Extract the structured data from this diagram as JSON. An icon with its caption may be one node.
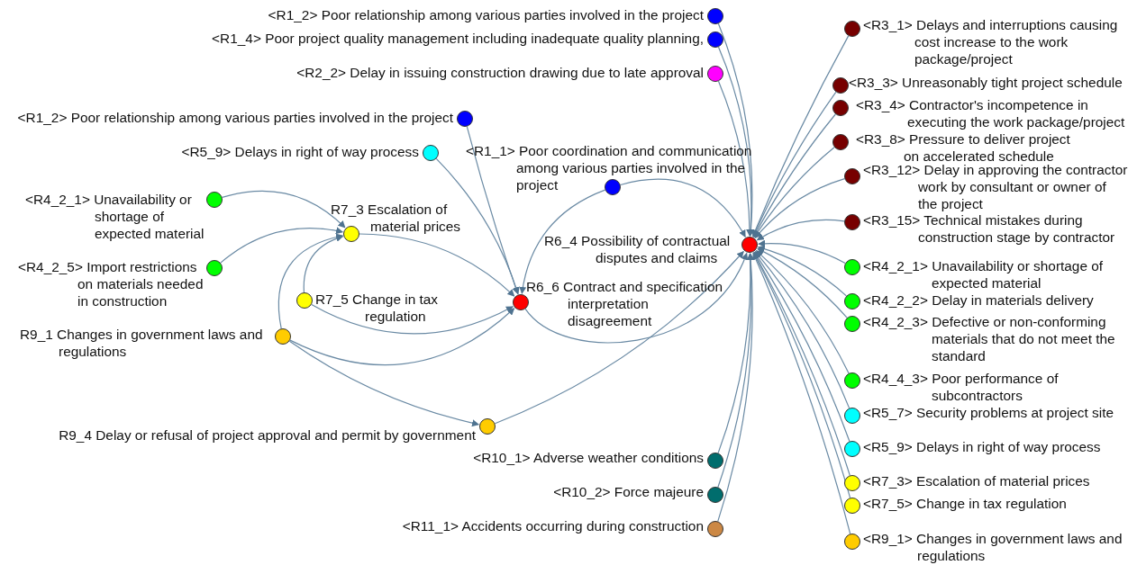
{
  "diagram": {
    "nodes": [
      {
        "text": [
          "<R1_2> Poor relationship among various parties involved in the project"
        ]
      },
      {
        "text": [
          "<R1_4> Poor project quality management including inadequate quality planning,"
        ]
      },
      {
        "text": [
          "<R2_2> Delay in issuing construction drawing due to late approval"
        ]
      },
      {
        "text": [
          "<R1_2> Poor relationship among various parties involved in the project"
        ]
      },
      {
        "text": [
          "<R5_9> Delays in right of way process"
        ]
      },
      {
        "text": [
          "<R1_1> Poor coordination and communication among various parties involved in the project"
        ]
      },
      {
        "text": [
          "<R4_2_1> Unavailability or shortage of expected material"
        ]
      },
      {
        "text": [
          "R7_3 Escalation of material prices"
        ]
      },
      {
        "text": [
          "<R4_2_5> Import restrictions on materials needed in construction"
        ]
      },
      {
        "text": [
          "R7_5 Change in tax regulation"
        ]
      },
      {
        "text": [
          "R9_1 Changes in government laws and regulations"
        ]
      },
      {
        "text": [
          "R6_6 Contract and specification interpretation disagreement"
        ]
      },
      {
        "text": [
          "R6_4 Possibility of contractual disputes and claims"
        ]
      },
      {
        "text": [
          "R9_4 Delay or refusal of project approval and permit by government"
        ]
      },
      {
        "text": [
          "<R10_1> Adverse weather conditions"
        ]
      },
      {
        "text": [
          "<R10_2> Force majeure"
        ]
      },
      {
        "text": [
          "<R11_1> Accidents occurring during construction"
        ]
      },
      {
        "text": [
          "<R3_1> Delays and interruptions causing cost increase to the work package/project"
        ]
      },
      {
        "text": [
          "<R3_3> Unreasonably tight project schedule"
        ]
      },
      {
        "text": [
          "<R3_4> Contractor's incompetence in executing the work package/project"
        ]
      },
      {
        "text": [
          "<R3_8> Pressure to deliver project on accelerated schedule"
        ]
      },
      {
        "text": [
          "<R3_12> Delay in approving the contractor work by consultant or owner of the project"
        ]
      },
      {
        "text": [
          "<R3_15> Technical mistakes during construction stage by contractor"
        ]
      },
      {
        "text": [
          "<R4_2_1> Unavailability or shortage of expected material"
        ]
      },
      {
        "text": [
          "<R4_2_2> Delay in materials delivery"
        ]
      },
      {
        "text": [
          "<R4_2_3> Defective or non-conforming materials that do not meet the standard"
        ]
      },
      {
        "text": [
          "<R4_4_3> Poor performance of subcontractors"
        ]
      },
      {
        "text": [
          "<R5_7> Security problems at project site"
        ]
      },
      {
        "text": [
          "<R5_9> Delays in right of way process"
        ]
      },
      {
        "text": [
          "<R7_3> Escalation of material prices"
        ]
      },
      {
        "text": [
          "<R7_5> Change in tax regulation"
        ]
      },
      {
        "text": [
          "<R9_1> Changes in government laws and regulations"
        ]
      }
    ],
    "edges": [
      {
        "from": 0,
        "to": 12,
        "arrow": "to"
      },
      {
        "from": 1,
        "to": 12,
        "arrow": "to"
      },
      {
        "from": 2,
        "to": 12,
        "arrow": "to"
      },
      {
        "from": 3,
        "to": 11,
        "arrow": "to"
      },
      {
        "from": 4,
        "to": 11,
        "arrow": "to"
      },
      {
        "from": 5,
        "to": 12,
        "arrow": "to"
      },
      {
        "from": 5,
        "to": 11,
        "arrow": "to"
      },
      {
        "from": 6,
        "to": 7,
        "arrow": "to"
      },
      {
        "from": 8,
        "to": 7,
        "arrow": "to"
      },
      {
        "from": 7,
        "to": 11,
        "arrow": "to"
      },
      {
        "from": 9,
        "to": 7,
        "arrow": "to"
      },
      {
        "from": 9,
        "to": 11,
        "arrow": "to"
      },
      {
        "from": 10,
        "to": 7,
        "arrow": "to"
      },
      {
        "from": 10,
        "to": 11,
        "arrow": "to"
      },
      {
        "from": 10,
        "to": 13,
        "arrow": "to"
      },
      {
        "from": 11,
        "to": 12,
        "arrow": "to"
      },
      {
        "from": 13,
        "to": 12,
        "arrow": "to"
      },
      {
        "from": 14,
        "to": 12,
        "arrow": "to"
      },
      {
        "from": 15,
        "to": 12,
        "arrow": "to"
      },
      {
        "from": 16,
        "to": 12,
        "arrow": "to"
      },
      {
        "from": 17,
        "to": 12,
        "arrow": "to"
      },
      {
        "from": 18,
        "to": 12,
        "arrow": "to"
      },
      {
        "from": 19,
        "to": 12,
        "arrow": "to"
      },
      {
        "from": 20,
        "to": 12,
        "arrow": "to"
      },
      {
        "from": 21,
        "to": 12,
        "arrow": "to"
      },
      {
        "from": 22,
        "to": 12,
        "arrow": "to"
      },
      {
        "from": 23,
        "to": 12,
        "arrow": "to"
      },
      {
        "from": 24,
        "to": 12,
        "arrow": "to"
      },
      {
        "from": 25,
        "to": 12,
        "arrow": "to"
      },
      {
        "from": 26,
        "to": 12,
        "arrow": "to"
      },
      {
        "from": 27,
        "to": 12,
        "arrow": "to"
      },
      {
        "from": 28,
        "to": 12,
        "arrow": "to"
      },
      {
        "from": 29,
        "to": 12,
        "arrow": "to"
      },
      {
        "from": 30,
        "to": 12,
        "arrow": "to"
      },
      {
        "from": 31,
        "to": 12,
        "arrow": "to"
      }
    ]
  }
}
